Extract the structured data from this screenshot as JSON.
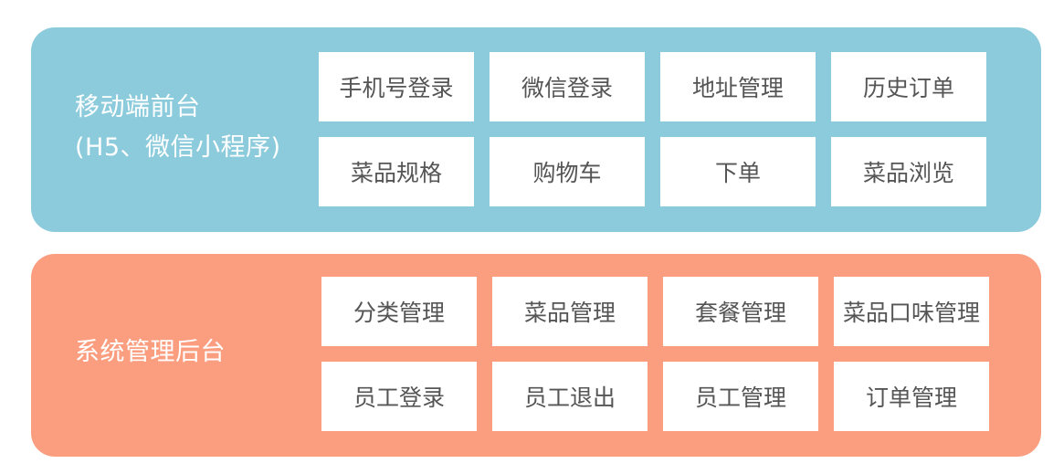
{
  "front": {
    "label_line1": "移动端前台",
    "label_line2": "(H5、微信小程序)",
    "color": "#8ccbdc",
    "items": [
      "手机号登录",
      "微信登录",
      "地址管理",
      "历史订单",
      "菜品规格",
      "购物车",
      "下单",
      "菜品浏览"
    ]
  },
  "back": {
    "label_line1": "系统管理后台",
    "color": "#fb9e7f",
    "items": [
      "分类管理",
      "菜品管理",
      "套餐管理",
      "菜品口味管理",
      "员工登录",
      "员工退出",
      "员工管理",
      "订单管理"
    ]
  }
}
